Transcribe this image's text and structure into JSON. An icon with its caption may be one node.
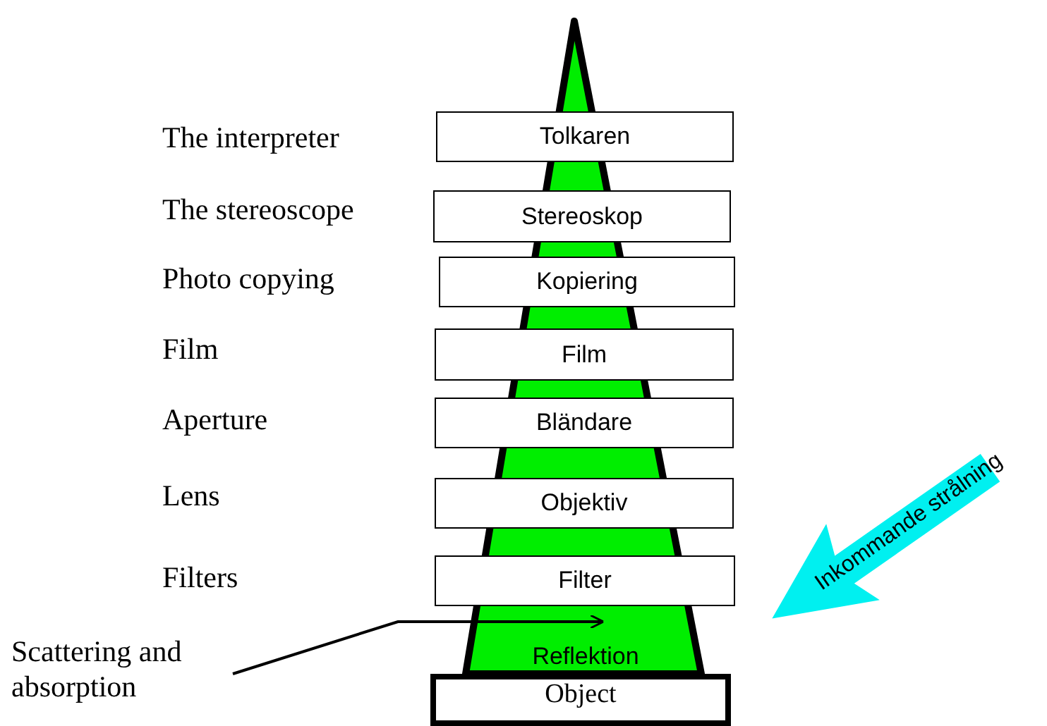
{
  "diagram": {
    "nodes": [
      {
        "text": [
          "Tolkaren"
        ]
      },
      {
        "text": [
          "Stereoskop"
        ]
      },
      {
        "text": [
          "Kopiering"
        ]
      },
      {
        "text": [
          "Film"
        ]
      },
      {
        "text": [
          "Bländare"
        ]
      },
      {
        "text": [
          "Objektiv"
        ]
      },
      {
        "text": [
          "Filter"
        ]
      },
      {
        "text": [
          "Inkommande strålning"
        ]
      },
      {
        "text": [
          "Scattering and absorption"
        ]
      },
      {
        "text": [
          "Reflektion"
        ]
      },
      {
        "text": [
          "Object"
        ]
      }
    ],
    "edges": [
      {
        "from": 8,
        "to": 9,
        "arrow": "to"
      }
    ],
    "labels": [
      "The interpreter",
      "The stereoscope",
      "Photo copying",
      "Film",
      "Aperture",
      "Lens",
      "Filters"
    ]
  }
}
